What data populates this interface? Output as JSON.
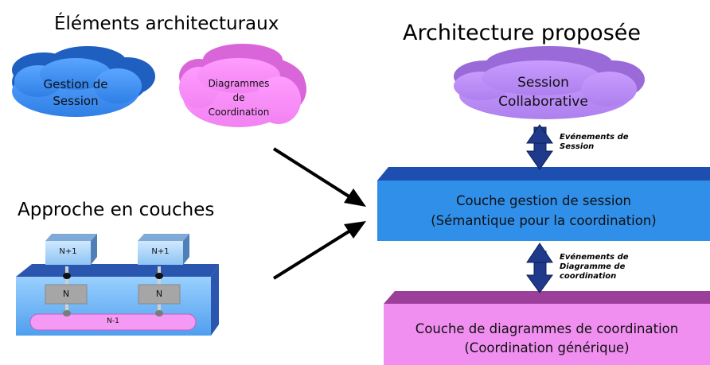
{
  "left": {
    "title": "Éléments architecturaux",
    "cloud_session": "Gestion de\nSession",
    "cloud_diagrams": "Diagrammes\nde\nCoordination",
    "layered_title": "Approche en couches",
    "layer_upper": "N+1",
    "layer_middle": "N",
    "layer_lower": "N-1"
  },
  "right": {
    "title": "Architecture proposée",
    "cloud_collab": "Session\nCollaborative",
    "event_session": "Evénements de\nSession",
    "session_layer": "Couche gestion de session\n(Sémantique pour la coordination)",
    "event_diagram": "Evénements de\nDiagramme de\ncoordination",
    "diagram_layer": "Couche de diagrammes de coordination\n(Coordination générique)"
  },
  "colors": {
    "blue_cloud": "#3d8ef0",
    "pink_cloud": "#f78af7",
    "purple_cloud": "#b98af2",
    "session_box": "#2f8fe9",
    "diagram_box": "#f08ff0",
    "arrow_navy": "#1f3a8a"
  }
}
